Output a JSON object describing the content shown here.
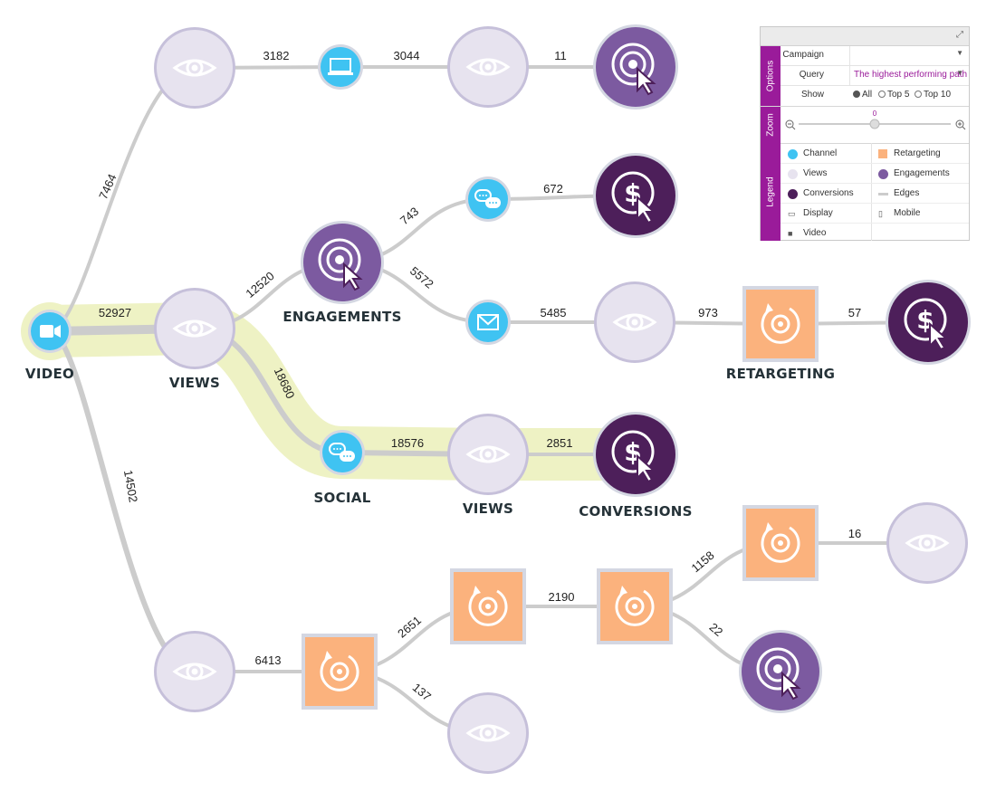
{
  "graph": {
    "nodes": [
      {
        "id": "video",
        "type": "channel",
        "icon": "video-camera-icon",
        "caption": "VIDEO"
      },
      {
        "id": "v1",
        "type": "views",
        "icon": "eye-icon",
        "caption": ""
      },
      {
        "id": "v2",
        "type": "views",
        "icon": "eye-icon",
        "caption": "VIEWS"
      },
      {
        "id": "v3",
        "type": "views",
        "icon": "eye-icon",
        "caption": ""
      },
      {
        "id": "disp",
        "type": "channel",
        "icon": "laptop-icon",
        "caption": ""
      },
      {
        "id": "v4",
        "type": "views",
        "icon": "eye-icon",
        "caption": ""
      },
      {
        "id": "eng1",
        "type": "engagement",
        "icon": "click-target-icon",
        "caption": ""
      },
      {
        "id": "eng2",
        "type": "engagement",
        "icon": "click-target-icon",
        "caption": "ENGAGEMENTS"
      },
      {
        "id": "chat1",
        "type": "channel",
        "icon": "chat-icon",
        "caption": ""
      },
      {
        "id": "conv1",
        "type": "conversion",
        "icon": "dollar-click-icon",
        "caption": ""
      },
      {
        "id": "mail",
        "type": "channel",
        "icon": "mail-icon",
        "caption": ""
      },
      {
        "id": "v5",
        "type": "views",
        "icon": "eye-icon",
        "caption": ""
      },
      {
        "id": "ret1",
        "type": "retargeting",
        "icon": "retarget-icon",
        "caption": "RETARGETING"
      },
      {
        "id": "conv2",
        "type": "conversion",
        "icon": "dollar-click-icon",
        "caption": ""
      },
      {
        "id": "social",
        "type": "channel",
        "icon": "chat-icon",
        "caption": "SOCIAL"
      },
      {
        "id": "v6",
        "type": "views",
        "icon": "eye-icon",
        "caption": "VIEWS"
      },
      {
        "id": "conv3",
        "type": "conversion",
        "icon": "dollar-click-icon",
        "caption": "CONVERSIONS"
      },
      {
        "id": "ret2",
        "type": "retargeting",
        "icon": "retarget-icon",
        "caption": ""
      },
      {
        "id": "ret3",
        "type": "retargeting",
        "icon": "retarget-icon",
        "caption": ""
      },
      {
        "id": "ret4",
        "type": "retargeting",
        "icon": "retarget-icon",
        "caption": ""
      },
      {
        "id": "ret5",
        "type": "retargeting",
        "icon": "retarget-icon",
        "caption": ""
      },
      {
        "id": "v7",
        "type": "views",
        "icon": "eye-icon",
        "caption": ""
      },
      {
        "id": "v8",
        "type": "views",
        "icon": "eye-icon",
        "caption": ""
      },
      {
        "id": "eng3",
        "type": "engagement",
        "icon": "click-target-icon",
        "caption": ""
      }
    ],
    "edges": [
      {
        "from": "video",
        "to": "v1",
        "label": "7464"
      },
      {
        "from": "video",
        "to": "v2",
        "label": "52927"
      },
      {
        "from": "video",
        "to": "v3",
        "label": "14502"
      },
      {
        "from": "v1",
        "to": "disp",
        "label": "3182"
      },
      {
        "from": "disp",
        "to": "v4",
        "label": "3044"
      },
      {
        "from": "v4",
        "to": "eng1",
        "label": "11"
      },
      {
        "from": "v2",
        "to": "eng2",
        "label": "12520"
      },
      {
        "from": "eng2",
        "to": "chat1",
        "label": "743"
      },
      {
        "from": "chat1",
        "to": "conv1",
        "label": "672"
      },
      {
        "from": "eng2",
        "to": "mail",
        "label": "5572"
      },
      {
        "from": "mail",
        "to": "v5",
        "label": "5485"
      },
      {
        "from": "v5",
        "to": "ret1",
        "label": "973"
      },
      {
        "from": "ret1",
        "to": "conv2",
        "label": "57"
      },
      {
        "from": "v2",
        "to": "social",
        "label": "18680"
      },
      {
        "from": "social",
        "to": "v6",
        "label": "18576"
      },
      {
        "from": "v6",
        "to": "conv3",
        "label": "2851"
      },
      {
        "from": "v3",
        "to": "ret2",
        "label": "6413"
      },
      {
        "from": "ret2",
        "to": "ret3",
        "label": "2651"
      },
      {
        "from": "ret2",
        "to": "v8",
        "label": "137"
      },
      {
        "from": "ret3",
        "to": "ret4",
        "label": "2190"
      },
      {
        "from": "ret4",
        "to": "ret5",
        "label": "1158"
      },
      {
        "from": "ret4",
        "to": "eng3",
        "label": "22"
      },
      {
        "from": "ret5",
        "to": "v7",
        "label": "16"
      }
    ],
    "highlight_path": [
      "video",
      "v2",
      "social",
      "v6",
      "conv3"
    ]
  },
  "colors": {
    "channel": "#3fc3f2",
    "views": "#e7e3ef",
    "engagement": "#7c5aa0",
    "conversion": "#4d1f5a",
    "retargeting": "#fbb27d",
    "edge": "#cccccc",
    "highlight": "#eef2c4",
    "accent": "#9a1b9a"
  },
  "panel": {
    "options_tab": "Options",
    "zoom_tab": "Zoom",
    "legend_tab": "Legend",
    "campaign_label": "Campaign",
    "campaign_value": "",
    "query_label": "Query",
    "query_value": "The highest performing path",
    "show_label": "Show",
    "show_options": [
      "All",
      "Top 5",
      "Top 10"
    ],
    "show_selected": "All",
    "zoom_value": "0",
    "zoom_level": 0.5,
    "legend": [
      {
        "label": "Channel",
        "swatch": "channel"
      },
      {
        "label": "Retargeting",
        "swatch": "retargeting"
      },
      {
        "label": "Views",
        "swatch": "views"
      },
      {
        "label": "Engagements",
        "swatch": "engagement"
      },
      {
        "label": "Conversions",
        "swatch": "conversion"
      },
      {
        "label": "Edges",
        "swatch": "edge"
      },
      {
        "label": "Display",
        "swatch": "laptop-icon"
      },
      {
        "label": "Mobile",
        "swatch": "mobile-icon"
      },
      {
        "label": "Video",
        "swatch": "video-camera-icon"
      }
    ]
  }
}
